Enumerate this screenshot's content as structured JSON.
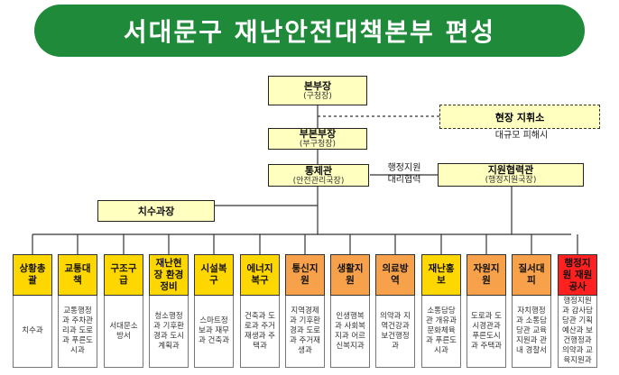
{
  "title": "서대문구 재난안전대책본부 편성",
  "hq": {
    "label": "본부장",
    "sub": "(구청장)"
  },
  "deputy": {
    "label": "부본부장",
    "sub": "(부구청장)"
  },
  "control": {
    "label": "통제관",
    "sub": "(안전관리국장)"
  },
  "support_coop": {
    "label": "지원협력관",
    "sub": "(행정지원국장)"
  },
  "field_command": {
    "label": "현장 지휘소",
    "sub": "대규모 피해시"
  },
  "admin_note": {
    "line1": "행정지원",
    "line2": "대리협력"
  },
  "flood": {
    "label": "치수과장"
  },
  "columns": [
    {
      "label": "상황총괄",
      "color": "#ffd700",
      "body": "치수과"
    },
    {
      "label": "교통대책",
      "color": "#ffd700",
      "body": "교통행정과 주차관리과 도로과 푸른도시과"
    },
    {
      "label": "구조구급",
      "color": "#ffd700",
      "body": "서대문소방서"
    },
    {
      "label": "재난현장 환경정비",
      "color": "#ffd700",
      "body": "청소행정과 기후환경과 도시계획과"
    },
    {
      "label": "시설복구",
      "color": "#ffd700",
      "body": "스마트정보과 재무과 건축과"
    },
    {
      "label": "에너지 복구",
      "color": "#ffd700",
      "body": "건축과 도로과 주거재생과 주택과"
    },
    {
      "label": "통신지원",
      "color": "#f7a14a",
      "body": "지역경제과 기후환경과 도로과 주거재생과"
    },
    {
      "label": "생활지원",
      "color": "#f7a14a",
      "body": "인생행복과 사회복지과 어르신복지과"
    },
    {
      "label": "의료방역",
      "color": "#f7a14a",
      "body": "의약과 지역건강과 보건행정과"
    },
    {
      "label": "재난홍보",
      "color": "#ffd700",
      "body": "소통담당관 개유과 문화체육과 푸른도시과"
    },
    {
      "label": "자원지원",
      "color": "#f7a14a",
      "body": "도로과 도시경관과 푸른도시과 주택과"
    },
    {
      "label": "질서대피",
      "color": "#f7a14a",
      "body": "자치행정과 소통담당관 교육지원과 관내 경찰서"
    },
    {
      "label": "행정지원 재원공사",
      "color": "#ff2020",
      "body": "행정지원과 감사담당관 기획예산과 보건행정과 의약과 교육지원과"
    }
  ]
}
